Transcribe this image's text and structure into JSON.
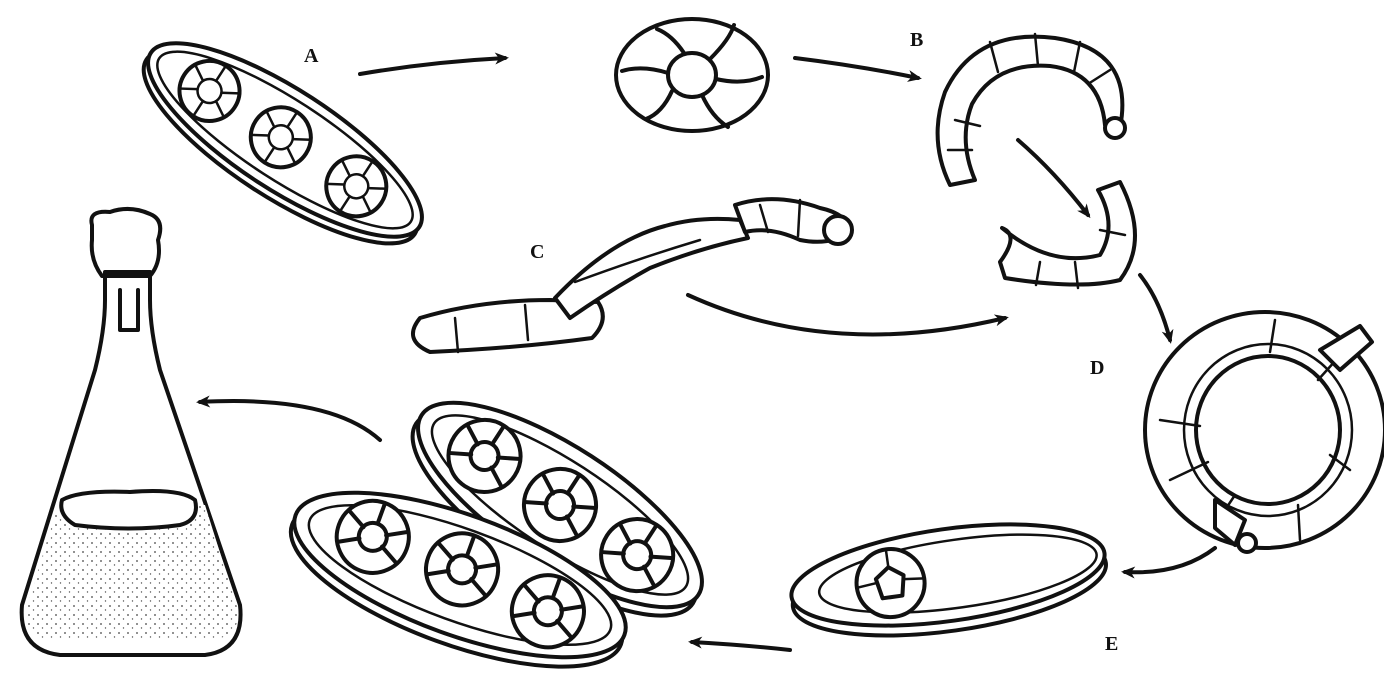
{
  "labels": {
    "a": "A",
    "b": "B",
    "c": "C",
    "d": "D",
    "e": "E"
  },
  "colors": {
    "ink": "#111111",
    "paper": "#ffffff"
  }
}
